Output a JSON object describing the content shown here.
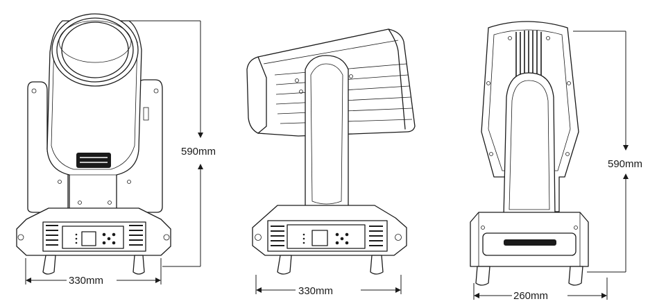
{
  "front_view": {
    "height_label": "590mm",
    "width_label": "330mm"
  },
  "side_view": {
    "width_label": "330mm"
  },
  "back_view": {
    "height_label": "590mm",
    "width_label": "260mm"
  }
}
